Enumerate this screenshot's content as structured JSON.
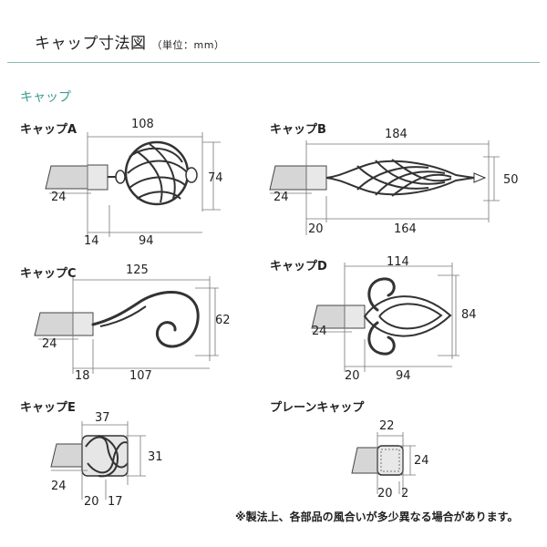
{
  "header": {
    "title": "キャップ寸法図",
    "unit": "（単位：mm）"
  },
  "section": {
    "label": "キャップ"
  },
  "caps": {
    "a": {
      "label": "キャップA",
      "width": "108",
      "height": "74",
      "rod": "24",
      "d1": "14",
      "d2": "94"
    },
    "b": {
      "label": "キャップB",
      "width": "184",
      "height": "50",
      "rod": "24",
      "d1": "20",
      "d2": "164"
    },
    "c": {
      "label": "キャップC",
      "width": "125",
      "height": "62",
      "rod": "24",
      "d1": "18",
      "d2": "107"
    },
    "d": {
      "label": "キャップD",
      "width": "114",
      "height": "84",
      "rod": "24",
      "d1": "20",
      "d2": "94"
    },
    "e": {
      "label": "キャップE",
      "width": "37",
      "height": "31",
      "rod": "24",
      "d1": "20",
      "d2": "17"
    },
    "plain": {
      "label": "プレーンキャップ",
      "width": "22",
      "height": "24",
      "d1": "20",
      "d2": "2"
    }
  },
  "footnote": "※製法上、各部品の風合いが多少異なる場合があります。"
}
